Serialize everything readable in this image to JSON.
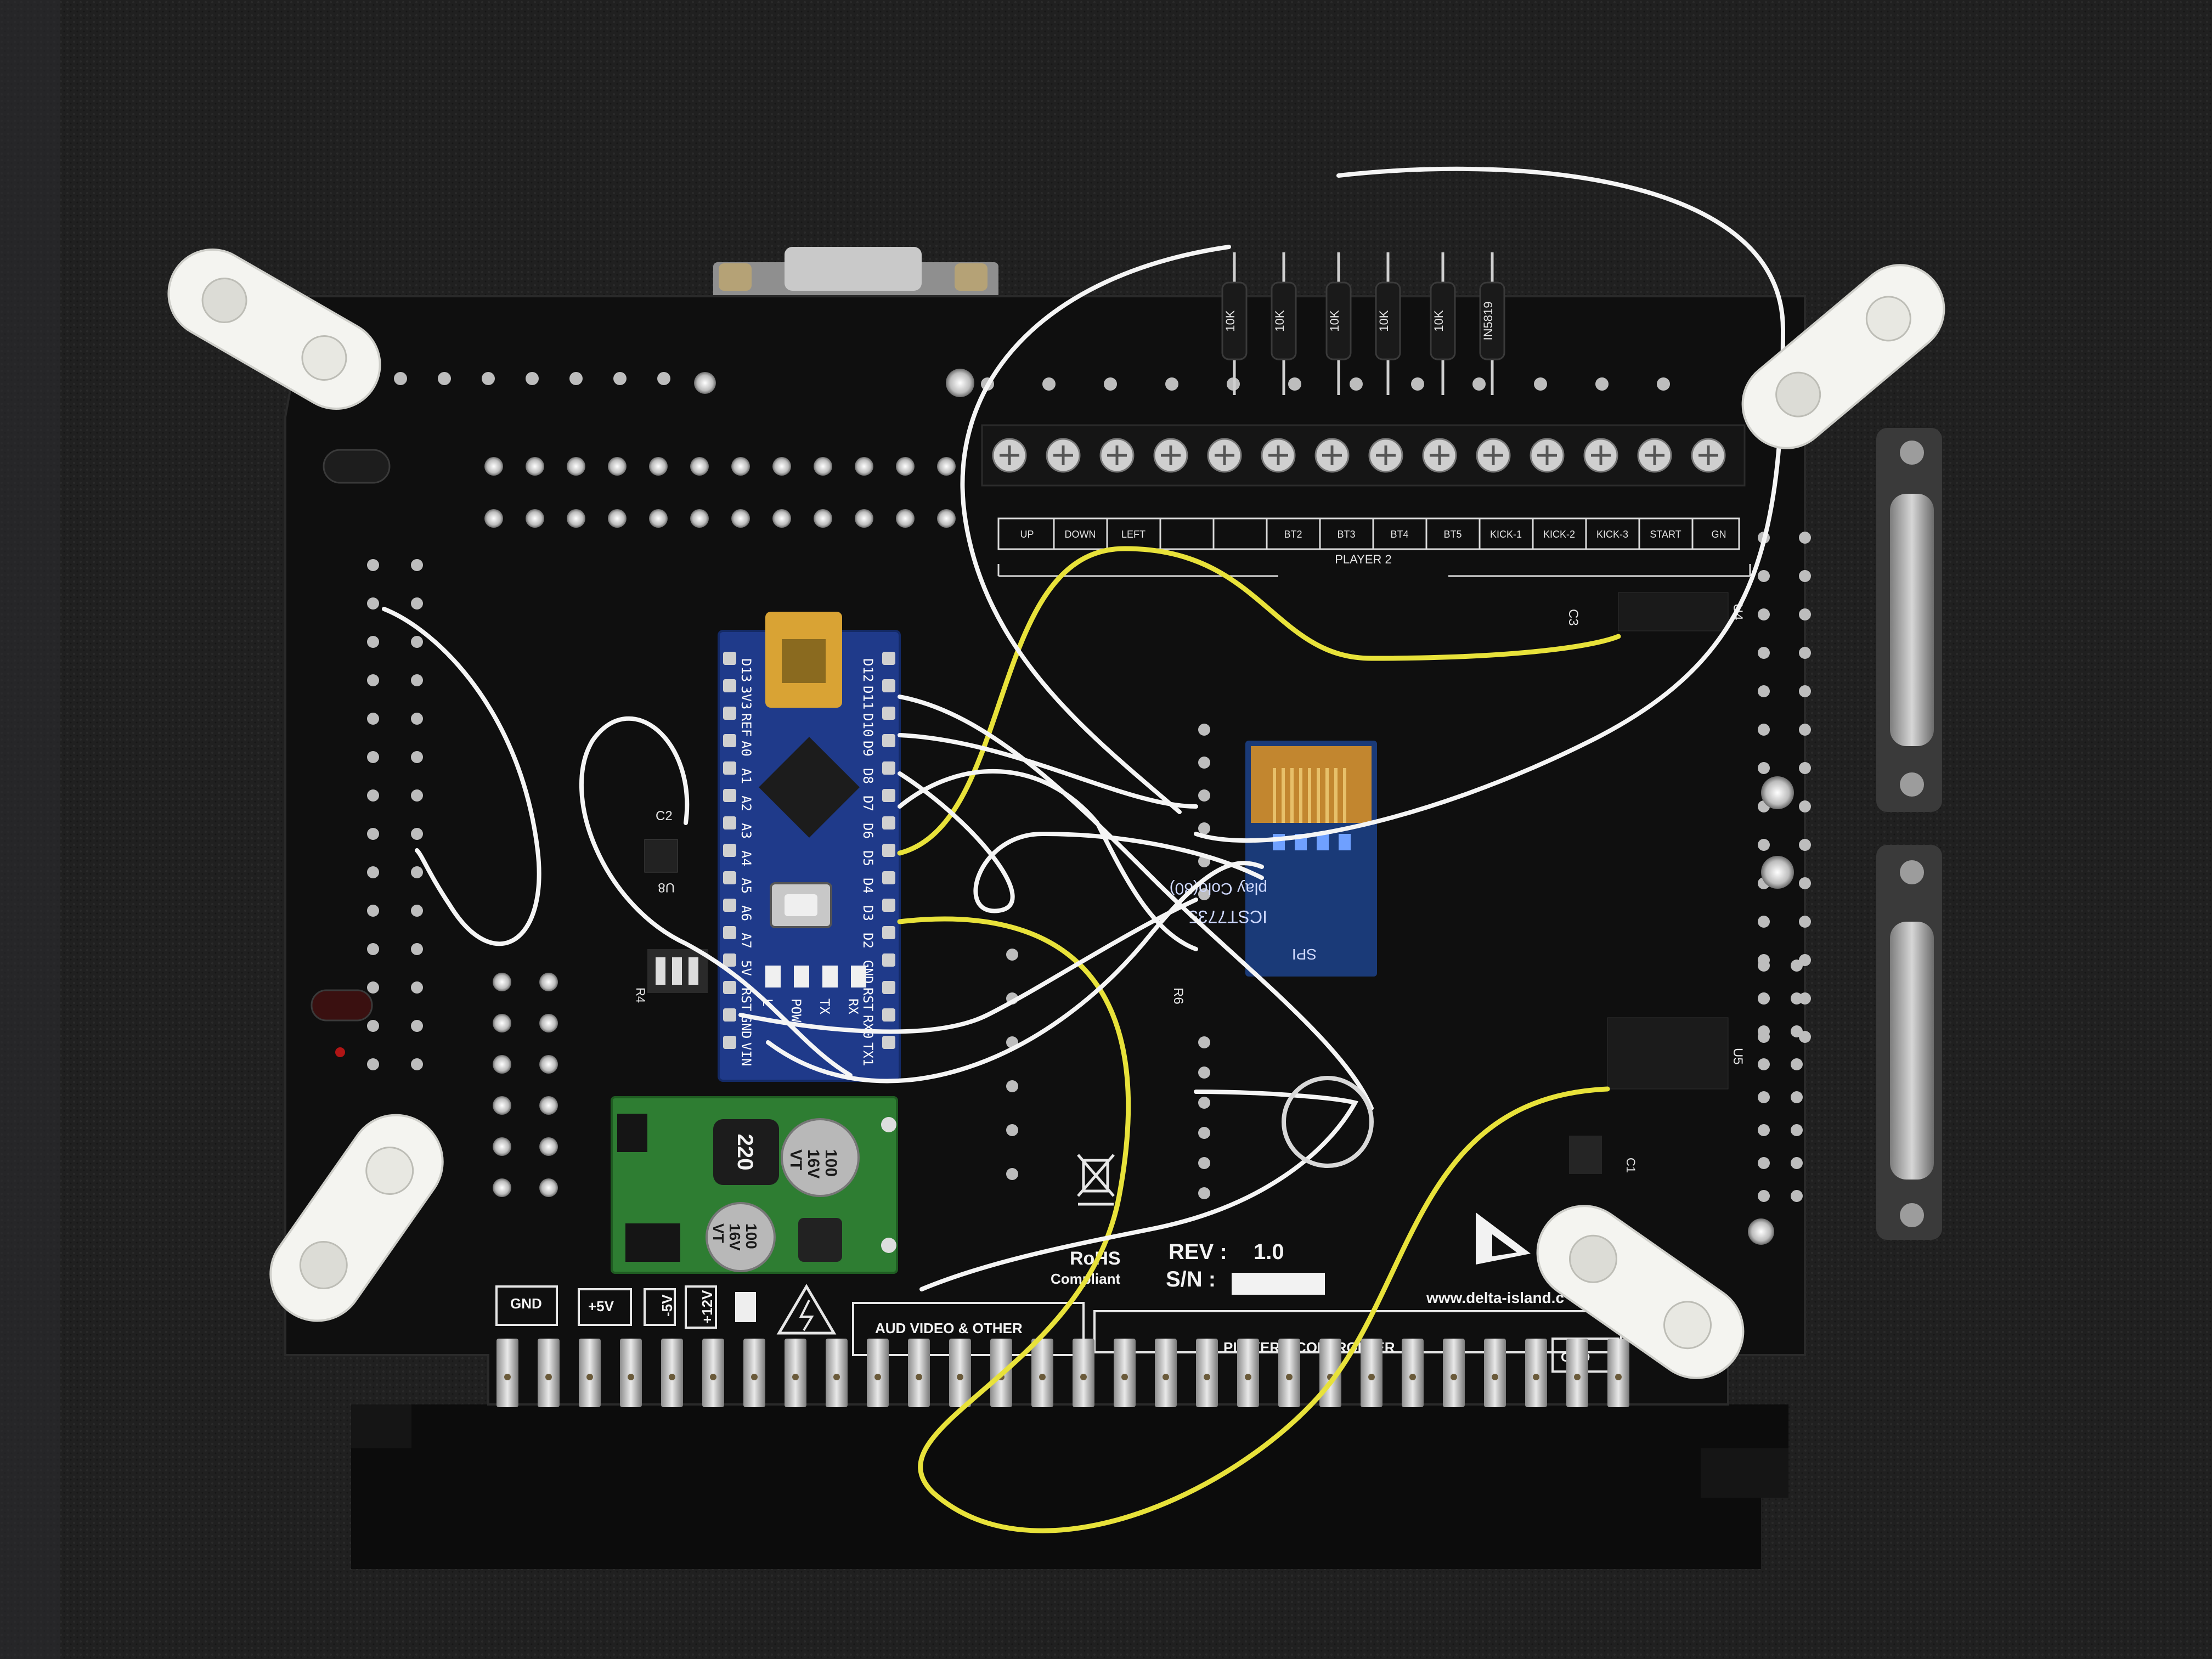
{
  "board": {
    "rev_label": "REV :",
    "rev_value": "1.0",
    "sn_label": "S/N :",
    "rohs_top": "RoHS",
    "rohs_bottom": "Compliant",
    "website": "www.delta-island.c"
  },
  "player2_terminal": {
    "labels": [
      "UP",
      "DOWN",
      "LEFT",
      "",
      "",
      "BT2",
      "BT3",
      "BT4",
      "BT5",
      "KICK-1",
      "KICK-2",
      "KICK-3",
      "START",
      "GN"
    ],
    "section_label": "PLAYER 2"
  },
  "edge_connector": {
    "gnd_left": "GND",
    "plus5v": "+5V",
    "minus5v": "-5V",
    "plus12v": "+12V",
    "audio_video": "AUD VIDEO & OTHER",
    "player2_controller": "PLAYER 2 CONTROLLER",
    "gnd_right": "GND"
  },
  "resistor_markings": [
    "10K",
    "10K",
    "10K",
    "10K",
    "10K",
    "IN5819"
  ],
  "designators": {
    "c1": "C1",
    "c2": "C2",
    "c3": "C3",
    "u4": "U4",
    "u5": "U5",
    "u8": "U8",
    "r4": "R4",
    "r6": "R6"
  },
  "nano": {
    "left_pins": [
      "D13",
      "3V3",
      "REF",
      "A0",
      "A1",
      "A2",
      "A3",
      "A4",
      "A5",
      "A6",
      "A7",
      "5V",
      "RST",
      "GND",
      "VIN"
    ],
    "right_pins": [
      "D12",
      "D11",
      "D10",
      "D9",
      "D8",
      "D7",
      "D6",
      "D5",
      "D4",
      "D3",
      "D2",
      "GND",
      "RST",
      "RX0",
      "TX1"
    ],
    "leds": [
      "L",
      "POW",
      "TX",
      "RX"
    ]
  },
  "buck_module": {
    "inductor_marking": "220",
    "cap1_marking": [
      "100",
      "16V",
      "VT"
    ],
    "cap2_marking": [
      "100",
      "16V",
      "VT"
    ]
  },
  "display": {
    "ribbon_text": "SPI",
    "line1": "ICST7735",
    "line2": "play Colo(80)"
  },
  "colors": {
    "pcb": "#101010",
    "foam": "#222222",
    "nano_blue": "#1f3a8a",
    "buck_green": "#2e7d32",
    "wire_white": "#f5f5f5",
    "wire_yellow": "#e8e23a",
    "gold": "#d4a63a",
    "standoff": "#f4f4f0"
  }
}
